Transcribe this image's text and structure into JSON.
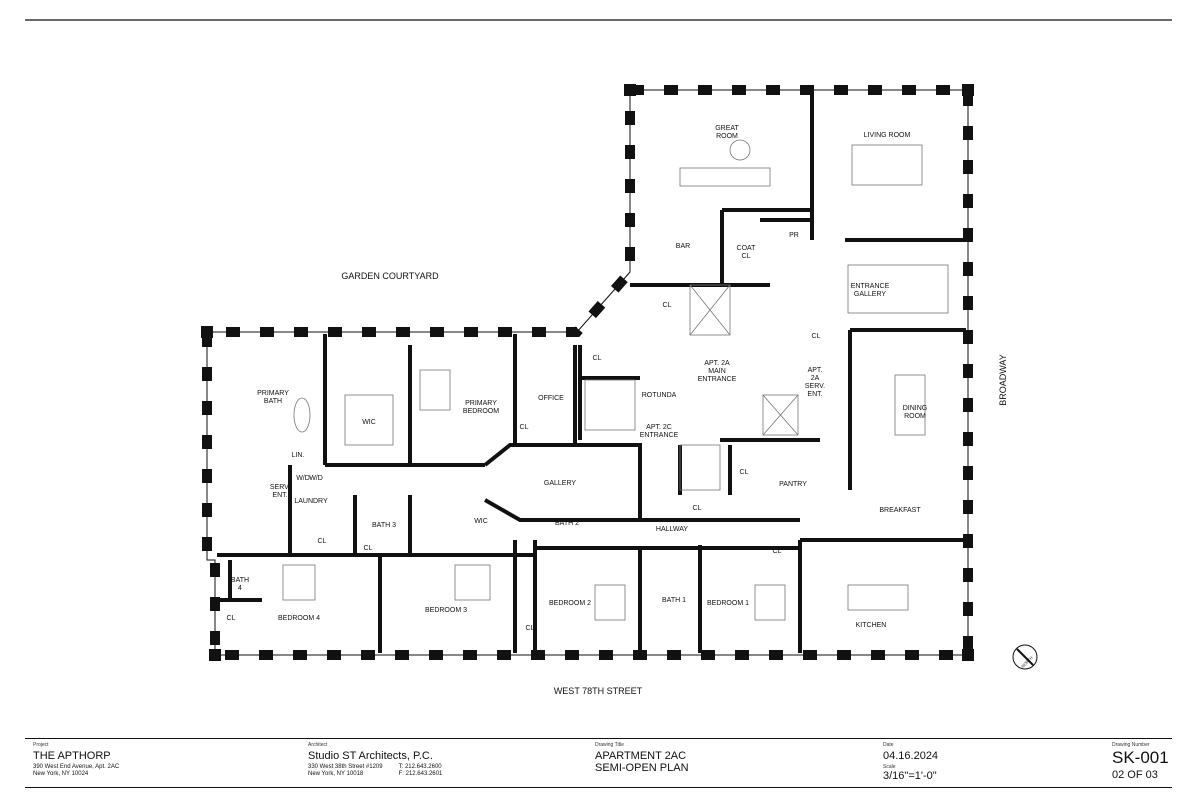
{
  "plan": {
    "rooms": {
      "great_room": "GREAT\nROOM",
      "living_room": "LIVING ROOM",
      "bar": "BAR",
      "coat_cl": "COAT\nCL",
      "pr": "PR",
      "entrance_gallery": "ENTRANCE\nGALLERY",
      "cl_top": "CL",
      "cl_office": "CL",
      "apt2a_main": "APT. 2A\nMAIN\nENTRANCE",
      "rotunda": "ROTUNDA",
      "apt2a_serv": "APT.\n2A\nSERV.\nENT.",
      "cl_serv": "CL",
      "primary_bath": "PRIMARY\nBATH",
      "wic_primary": "WIC",
      "primary_bedroom": "PRIMARY\nBEDROOM",
      "office": "OFFICE",
      "cl_office2": "CL",
      "apt2c_entrance": "APT. 2C\nENTRANCE",
      "dining_room": "DINING\nROOM",
      "lin": "LIN.",
      "serv_ent": "SERV.\nENT.",
      "wd1": "W/D",
      "wd2": "W/D",
      "laundry": "LAUNDRY",
      "cl_pantry": "CL",
      "pantry": "PANTRY",
      "gallery": "GALLERY",
      "breakfast": "BREAKFAST",
      "bath3": "BATH 3",
      "wic_gallery": "WIC",
      "bath2": "BATH 2",
      "hallway": "HALLWAY",
      "cl_hall": "CL",
      "cl_laundry": "CL",
      "cl_b3a": "CL",
      "cl_b1": "CL",
      "bath4": "BATH\n4",
      "cl_b4": "CL",
      "bedroom4": "BEDROOM 4",
      "bedroom3": "BEDROOM 3",
      "bedroom2": "BEDROOM 2",
      "cl_b2": "CL",
      "bath1": "BATH 1",
      "bedroom1": "BEDROOM 1",
      "kitchen": "KITCHEN"
    },
    "garden_courtyard": "GARDEN COURTYARD",
    "broadway": "BROADWAY",
    "west_78th": "WEST 78TH STREET",
    "north": "NORTH"
  },
  "title_block": {
    "project_caption": "Project",
    "project_name": "THE APTHORP",
    "project_address1": "390 West End Avenue, Apt. 2AC",
    "project_address2": "New York, NY 10024",
    "architect_caption": "Architect",
    "architect_name": "Studio ST Architects, P.C.",
    "architect_address1": "330 West 38th Street #1209",
    "architect_address2": "New York, NY 10018",
    "architect_phone": "T: 212.643.2600",
    "architect_fax": "F: 212.643.2601",
    "drawing_title_caption": "Drawing Title",
    "drawing_title1": "APARTMENT 2AC",
    "drawing_title2": "SEMI-OPEN PLAN",
    "date_caption": "Date",
    "date": "04.16.2024",
    "scale_caption": "Scale",
    "scale": "3/16\"=1'-0\"",
    "drawing_number_caption": "Drawing Number",
    "drawing_number": "SK-001",
    "sheet": "02 OF 03"
  }
}
